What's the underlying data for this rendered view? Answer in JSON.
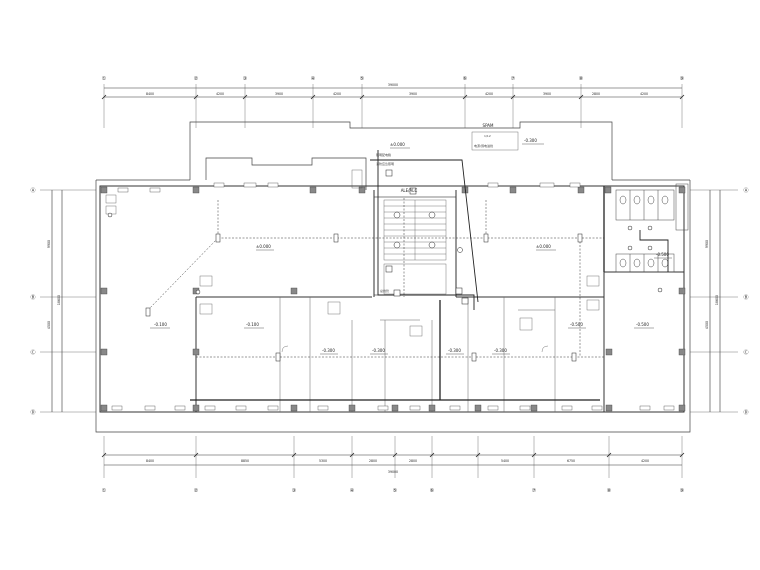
{
  "axes_top": [
    "①",
    "②",
    "③",
    "④",
    "⑤",
    "⑥",
    "⑦",
    "⑧",
    "⑨"
  ],
  "axes_bottom": [
    "①",
    "②",
    "③",
    "④",
    "⑤",
    "⑥",
    "⑦",
    "⑧",
    "⑨"
  ],
  "axes_left": [
    "Ⓐ",
    "Ⓑ",
    "Ⓒ",
    "Ⓓ"
  ],
  "axes_right": [
    "Ⓐ",
    "Ⓑ",
    "Ⓒ",
    "Ⓓ"
  ],
  "dims_top": [
    "8400",
    "4200",
    "3900",
    "4200",
    "3900",
    "4200",
    "3900",
    "2800",
    "4200"
  ],
  "dims_top_total": "39000",
  "dims_bottom": [
    "8400",
    "8850",
    "5300",
    "2800",
    "2800",
    "5400",
    "6750",
    "4200"
  ],
  "dims_bottom_total": "39000",
  "dims_left": [
    "9900",
    "4500"
  ],
  "dims_left_total": "18600",
  "dims_right": [
    "9900",
    "4500"
  ],
  "dims_right_total": "18600",
  "panel_label": "ALE/ALC",
  "spare_label": "SPAM",
  "levels": [
    "±0.000",
    "±0.000",
    "±0.000",
    "-0.100",
    "-0.100",
    "-0.300",
    "-0.300",
    "-0.300",
    "-0.300",
    "-0.500",
    "-0.500",
    "-0.500",
    "-0.300"
  ],
  "tiny_notes": [
    "1/12",
    "电源/弱电进线",
    "照明配电箱",
    "消防应急照明",
    "总线管"
  ]
}
